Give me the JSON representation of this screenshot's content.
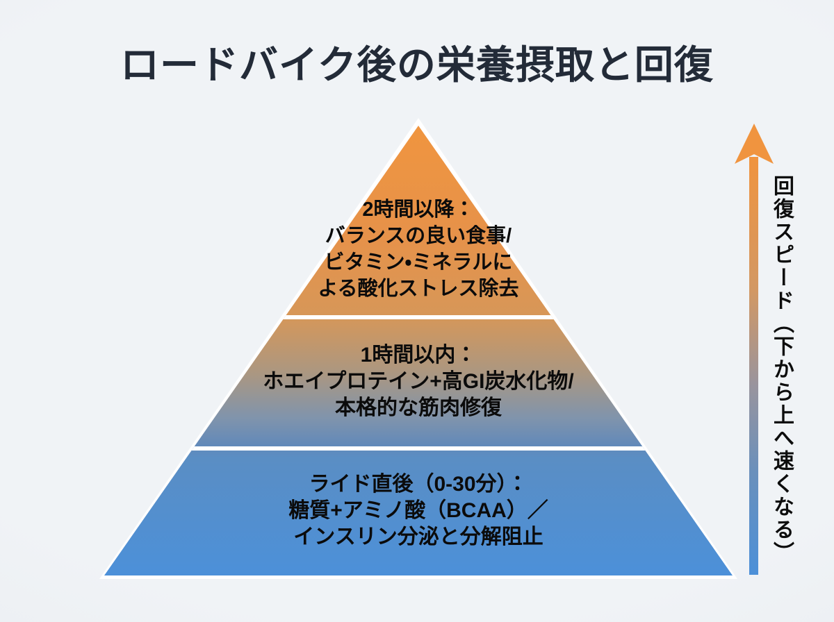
{
  "title": "ロードバイク後の栄養摂取と回復",
  "pyramid": {
    "tiers": [
      {
        "id": "after-2-hours",
        "position": "top",
        "lines": [
          "2時間以降：",
          "バランスの良い食事/",
          "ビタミン・ミネラルに",
          "よる酸化ストレス除去"
        ]
      },
      {
        "id": "within-1-hour",
        "position": "middle",
        "lines": [
          "1時間以内：",
          "ホエイプロテイン+高GI炭水化物/",
          "本格的な筋肉修復"
        ]
      },
      {
        "id": "immediately-after-ride",
        "position": "bottom",
        "lines": [
          "ライド直後（0-30分）：",
          "糖質+アミノ酸（BCAA）／",
          "インスリン分泌と分解阻止"
        ]
      }
    ]
  },
  "axis": {
    "label": "回復スピード（下から上へ速くなる）",
    "arrow_direction": "up"
  },
  "colors": {
    "gradient_top_orange": "#F0953F",
    "gradient_bottom_blue": "#4C90D9",
    "tier_separator": "#FFFFFF",
    "title_text": "#232B38",
    "tier_text": "#0B0B0B",
    "background": "#EFF2F5"
  }
}
